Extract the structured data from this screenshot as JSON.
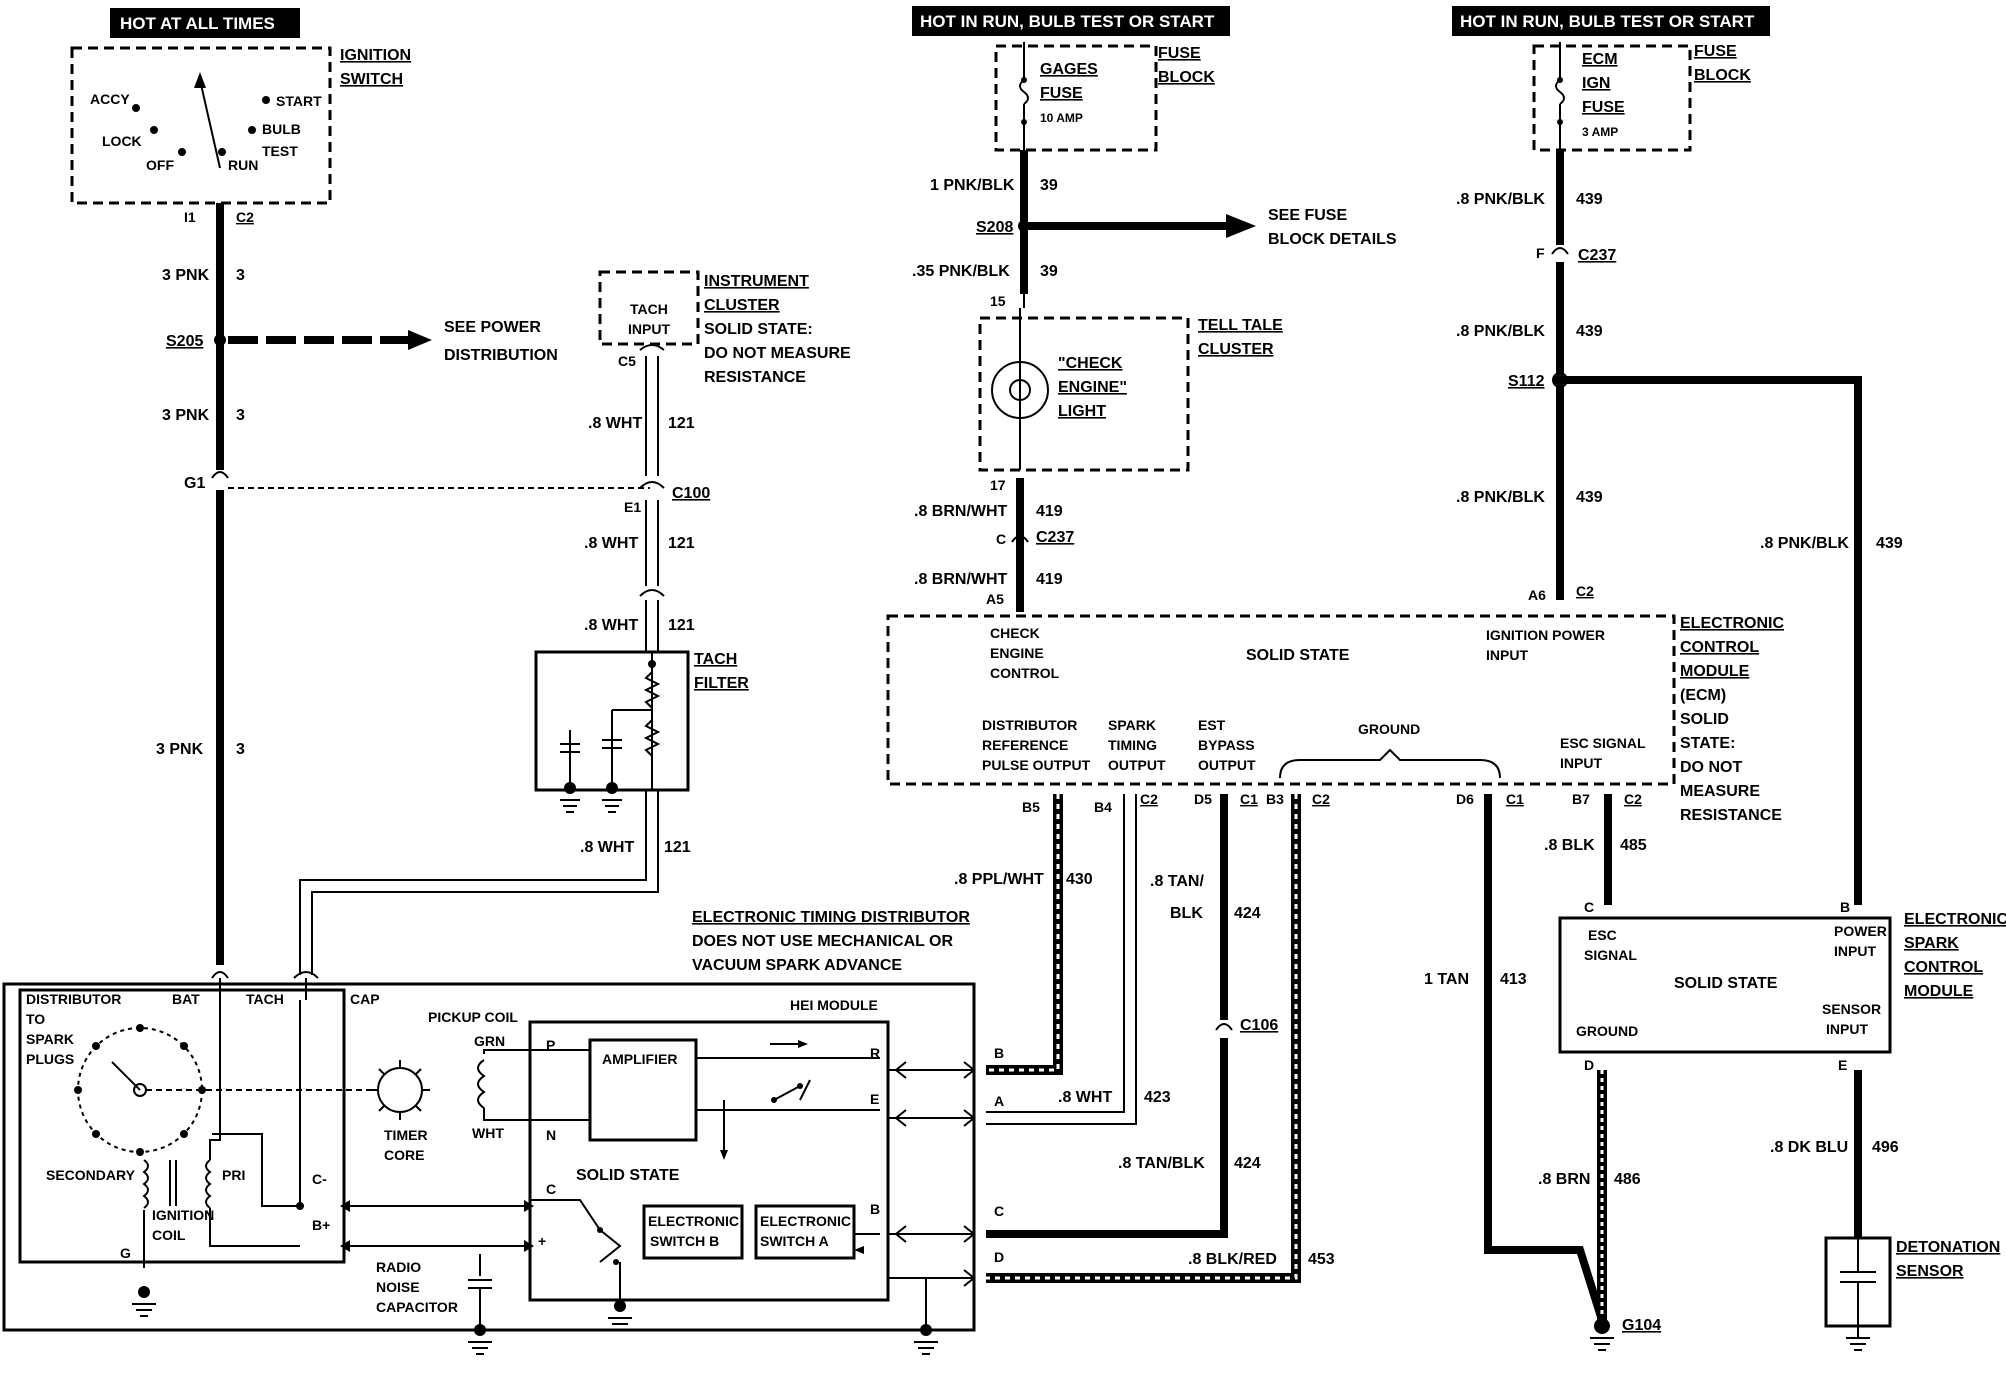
{
  "headers": {
    "hot_all_times": "HOT AT ALL TIMES",
    "hot_run_1": "HOT IN RUN, BULB TEST OR START",
    "hot_run_2": "HOT IN RUN, BULB TEST OR START"
  },
  "ignition_switch": {
    "title_1": "IGNITION",
    "title_2": "SWITCH",
    "accy": "ACCY",
    "start": "START",
    "bulb": "BULB",
    "test": "TEST",
    "lock": "LOCK",
    "off": "OFF",
    "run": "RUN",
    "pin_i1": "I1",
    "conn_c2": "C2"
  },
  "left_wire": {
    "pnk_top": "3 PNK",
    "num_top": "3",
    "s205": "S205",
    "see_power_1": "SEE POWER",
    "see_power_2": "DISTRIBUTION",
    "pnk_mid": "3 PNK",
    "num_mid": "3",
    "g1": "G1",
    "pnk_low": "3 PNK",
    "num_low": "3"
  },
  "instrument_cluster": {
    "tach": "TACH",
    "input": "INPUT",
    "title_1": "INSTRUMENT",
    "title_2": "CLUSTER",
    "note_1": "SOLID STATE:",
    "note_2": "DO NOT MEASURE",
    "note_3": "RESISTANCE",
    "c5": "C5"
  },
  "tach_wire": {
    "wht_1": ".8 WHT",
    "num_1": "121",
    "c100": "C100",
    "e1": "E1",
    "wht_2": ".8 WHT",
    "num_2": "121",
    "wht_3": ".8 WHT",
    "num_3": "121",
    "wht_4": ".8 WHT",
    "num_4": "121"
  },
  "tach_filter": {
    "title_1": "TACH",
    "title_2": "FILTER"
  },
  "gages_fuse": {
    "l1": "GAGES",
    "l2": "FUSE",
    "amp": "10 AMP",
    "fb_1": "FUSE",
    "fb_2": "BLOCK"
  },
  "mid_wire": {
    "w1": "1 PNK/BLK",
    "n1": "39",
    "s208": "S208",
    "see_fuse_1": "SEE FUSE",
    "see_fuse_2": "BLOCK DETAILS",
    "w2": ".35 PNK/BLK",
    "n2": "39",
    "pin15": "15"
  },
  "tell_tale": {
    "l1": "\"CHECK",
    "l2": "ENGINE\"",
    "l3": "LIGHT",
    "t1": "TELL TALE",
    "t2": "CLUSTER",
    "pin17": "17"
  },
  "brn_wire": {
    "w1": ".8 BRN/WHT",
    "n1": "419",
    "c": "C",
    "c237": "C237",
    "w2": ".8 BRN/WHT",
    "n2": "419",
    "a5": "A5"
  },
  "ecm_fuse": {
    "l1": "ECM",
    "l2": "IGN",
    "l3": "FUSE",
    "amp": "3 AMP",
    "fb_1": "FUSE",
    "fb_2": "BLOCK"
  },
  "right_wire": {
    "w1": ".8 PNK/BLK",
    "n1": "439",
    "f": "F",
    "c237": "C237",
    "w2": ".8 PNK/BLK",
    "n2": "439",
    "s112": "S112",
    "w3": ".8 PNK/BLK",
    "n3": "439",
    "a6": "A6",
    "c2": "C2",
    "w4": ".8 PNK/BLK",
    "n4": "439"
  },
  "ecm": {
    "check_1": "CHECK",
    "check_2": "ENGINE",
    "check_3": "CONTROL",
    "solid": "SOLID STATE",
    "ign_1": "IGNITION POWER",
    "ign_2": "INPUT",
    "dist_1": "DISTRIBUTOR",
    "dist_2": "REFERENCE",
    "dist_3": "PULSE OUTPUT",
    "spark_1": "SPARK",
    "spark_2": "TIMING",
    "spark_3": "OUTPUT",
    "est_1": "EST",
    "est_2": "BYPASS",
    "est_3": "OUTPUT",
    "ground": "GROUND",
    "esc_1": "ESC SIGNAL",
    "esc_2": "INPUT",
    "t1": "ELECTRONIC",
    "t2": "CONTROL",
    "t3": "MODULE",
    "t4": "(ECM)",
    "t5": "SOLID",
    "t6": "STATE:",
    "t7": "DO NOT",
    "t8": "MEASURE",
    "t9": "RESISTANCE"
  },
  "ecm_pins": {
    "b5": "B5",
    "b4": "B4",
    "c2a": "C2",
    "d5": "D5",
    "c1a": "C1",
    "b3": "B3",
    "c2b": "C2",
    "d6": "D6",
    "c1b": "C1",
    "b7": "B7",
    "c2c": "C2"
  },
  "lower_wires": {
    "ppl": ".8 PPL/WHT",
    "n430": "430",
    "tan1": ".8 TAN/",
    "blk1": "BLK",
    "n424a": "424",
    "c106": "C106",
    "wht": ".8 WHT",
    "n423": "423",
    "tan2": ".8 TAN/BLK",
    "n424b": "424",
    "blkred": ".8 BLK/RED",
    "n453": "453",
    "tan3": "1 TAN",
    "n413": "413",
    "blk485": ".8 BLK",
    "n485": "485",
    "brn": ".8 BRN",
    "n486": "486",
    "dkblu": ".8 DK BLU",
    "n496": "496",
    "g104": "G104"
  },
  "esc_module": {
    "pin_c": "C",
    "pin_b": "B",
    "pin_d": "D",
    "pin_e": "E",
    "esc_1": "ESC",
    "esc_2": "SIGNAL",
    "power_1": "POWER",
    "power_2": "INPUT",
    "solid": "SOLID STATE",
    "ground": "GROUND",
    "sensor_1": "SENSOR",
    "sensor_2": "INPUT",
    "t1": "ELECTRONIC",
    "t2": "SPARK",
    "t3": "CONTROL",
    "t4": "MODULE"
  },
  "detonation": {
    "t1": "DETONATION",
    "t2": "SENSOR"
  },
  "distributor": {
    "title_1": "ELECTRONIC TIMING DISTRIBUTOR",
    "title_2": "DOES NOT USE MECHANICAL OR",
    "title_3": "VACUUM SPARK ADVANCE",
    "dist_1": "DISTRIBUTOR",
    "dist_2": "TO",
    "dist_3": "SPARK",
    "dist_4": "PLUGS",
    "bat": "BAT",
    "tach": "TACH",
    "cap": "CAP",
    "secondary": "SECONDARY",
    "pri": "PRI",
    "ign_1": "IGNITION",
    "ign_2": "COIL",
    "g": "G",
    "cminus": "C-",
    "bplus": "B+",
    "pickup": "PICKUP COIL",
    "grn": "GRN",
    "wht": "WHT",
    "timer_1": "TIMER",
    "timer_2": "CORE",
    "radio_1": "RADIO",
    "radio_2": "NOISE",
    "radio_3": "CAPACITOR",
    "hei": "HEI MODULE",
    "amplifier": "AMPLIFIER",
    "solid": "SOLID STATE",
    "p": "P",
    "n": "N",
    "r": "R",
    "e": "E",
    "c": "C",
    "b": "B",
    "plus": "+",
    "esw_b1": "ELECTRONIC",
    "esw_b2": "SWITCH B",
    "esw_a1": "ELECTRONIC",
    "esw_a2": "SWITCH A",
    "term_b": "B",
    "term_a": "A",
    "term_c": "C",
    "term_d": "D"
  }
}
